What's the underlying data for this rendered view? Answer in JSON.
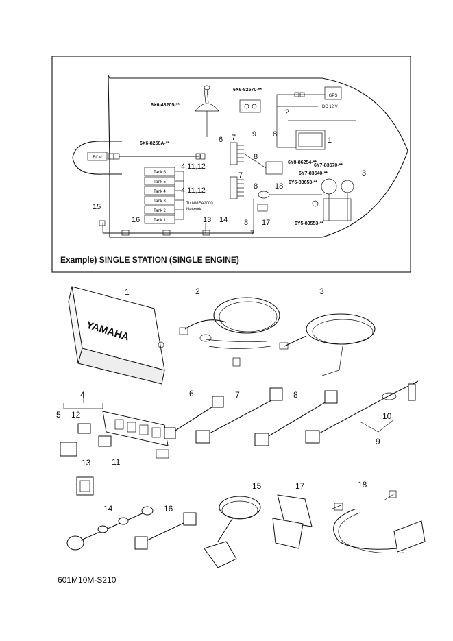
{
  "caption": "Example) SINGLE STATION (SINGLE ENGINE)",
  "figure_code": "601M10M-S210",
  "schematic": {
    "ecm": "ECM",
    "gps": "GPS",
    "dc": "DC 12 V",
    "network_note_1": "To NMEA2000",
    "network_note_2": "Network",
    "tanks": [
      "Tank 6",
      "Tank 5",
      "Tank 4",
      "Tank 3",
      "Tank 2",
      "Tank 1"
    ],
    "pn_sensor": "6X6-48205-**",
    "pn_harness": "6X6-8258A-**",
    "pn_top": "6X6-82570-**",
    "pn_8": "6Y8-86254-**",
    "pn_gauge_a": "6Y7-83670-**",
    "pn_gauge_b": "6Y7-83540-**",
    "pn_18": "6Y5-83653-**",
    "pn_17": "6Y5-83553-**",
    "c1": "1",
    "c2": "2",
    "c3": "3",
    "c6": "6",
    "c7a": "7",
    "c9": "9",
    "c8a": "8",
    "c8b": "8",
    "c4a": "4,11,12",
    "c7b": "7",
    "c4b": "4,11,12",
    "c8c": "8",
    "c18": "18",
    "c15": "15",
    "c16": "16",
    "c13": "13",
    "c14": "14",
    "c8d": "8",
    "c17": "17",
    "c7c": "7"
  },
  "parts": {
    "brand": "YAMAHA",
    "n1": "1",
    "n2": "2",
    "n3": "3",
    "n4": "4",
    "n5": "5",
    "n6": "6",
    "n7": "7",
    "n8": "8",
    "n9": "9",
    "n10": "10",
    "n11": "11",
    "n12": "12",
    "n13": "13",
    "n14": "14",
    "n15": "15",
    "n16": "16",
    "n17": "17",
    "n18": "18"
  }
}
